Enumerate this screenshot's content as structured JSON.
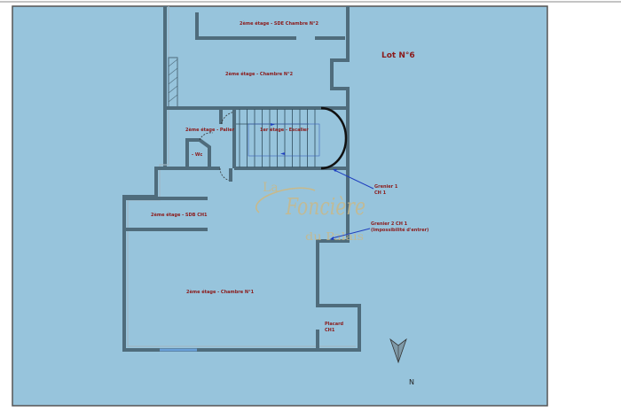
{
  "plan": {
    "lot_label": "Lot N°6",
    "north_label": "N",
    "rooms": {
      "sde_chambre2": "2ème étage - SDE Chambre N°2",
      "chambre2": "2ème étage - Chambre N°2",
      "palier": "2ème étage - Palier",
      "wc": "- Wc",
      "escalier": "1er étage - Escalier",
      "sdb_ch1": "2ème étage - SDB CH1",
      "chambre1": "2ème étage - Chambre N°1",
      "placard_line1": "Placard",
      "placard_line2": "CH1"
    },
    "annotations": {
      "grenier1_line1": "Grenier 1",
      "grenier1_line2": "CH 1",
      "grenier2_line1": "Grenier 2 CH 1",
      "grenier2_line2": "(Impossibilité d'entrer)"
    },
    "watermark": {
      "line1": "La",
      "line2": "Foncière",
      "line3": "du Palais"
    },
    "colors": {
      "background": "#97c4dc",
      "wall": "#4f6c7c",
      "label": "#8b1a1a",
      "arrow": "#1f3fbf"
    }
  }
}
